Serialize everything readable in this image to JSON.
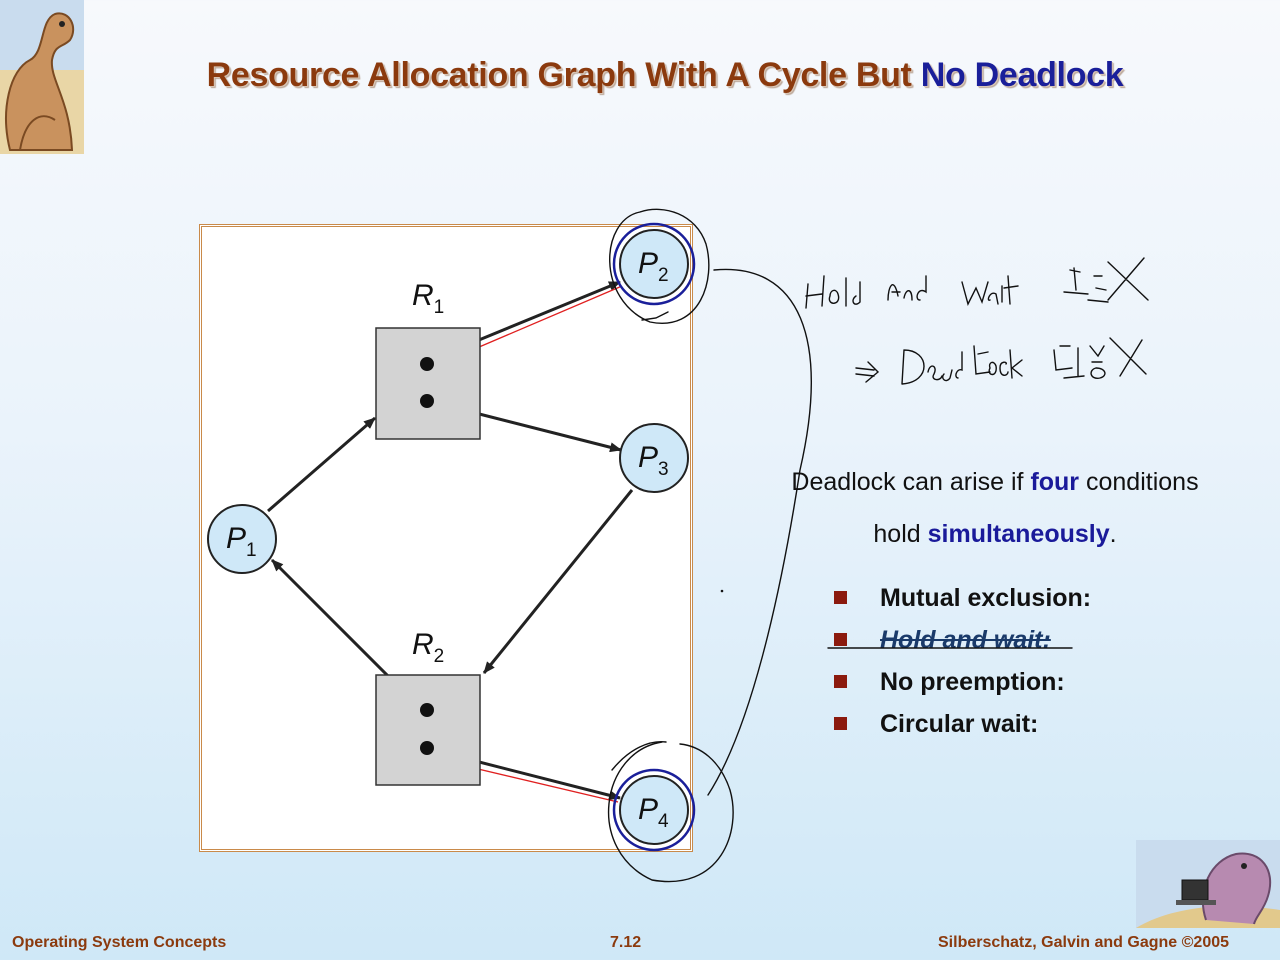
{
  "slide": {
    "title_main": "Resource Allocation Graph With A Cycle But ",
    "title_highlight": "No Deadlock"
  },
  "graph": {
    "processes": [
      {
        "id": "P1",
        "letter": "P",
        "sub": "1"
      },
      {
        "id": "P2",
        "letter": "P",
        "sub": "2"
      },
      {
        "id": "P3",
        "letter": "P",
        "sub": "3"
      },
      {
        "id": "P4",
        "letter": "P",
        "sub": "4"
      }
    ],
    "resources": [
      {
        "id": "R1",
        "letter": "R",
        "sub": "1",
        "instances": 2
      },
      {
        "id": "R2",
        "letter": "R",
        "sub": "2",
        "instances": 2
      }
    ],
    "edges": [
      {
        "from": "P1",
        "to": "R1",
        "kind": "request"
      },
      {
        "from": "R1",
        "to": "P2",
        "kind": "assignment"
      },
      {
        "from": "R1",
        "to": "P3",
        "kind": "assignment"
      },
      {
        "from": "P3",
        "to": "R2",
        "kind": "request"
      },
      {
        "from": "R2",
        "to": "P1",
        "kind": "assignment"
      },
      {
        "from": "R2",
        "to": "P4",
        "kind": "assignment"
      }
    ]
  },
  "text": {
    "intro_1": "Deadlock can arise if ",
    "intro_four": "four",
    "intro_2": " conditions",
    "intro_3": "hold ",
    "intro_simul": "simultaneously",
    "intro_dot": "."
  },
  "conditions": [
    {
      "label": "Mutual exclusion:",
      "struck": false
    },
    {
      "label": "Hold and wait:",
      "struck": true
    },
    {
      "label": "No preemption:",
      "struck": false
    },
    {
      "label": "Circular wait:",
      "struck": false
    }
  ],
  "footer": {
    "left": "Operating System Concepts",
    "center": "7.12",
    "right": "Silberschatz, Galvin and Gagne ©2005"
  },
  "colors": {
    "title": "#8b3a0e",
    "title_highlight": "#1a1f9a",
    "emphasis": "#1a1a9a",
    "process_fill": "#cfe8f8",
    "resource_fill": "#d3d3d3",
    "bullet": "#8b1a0e"
  }
}
